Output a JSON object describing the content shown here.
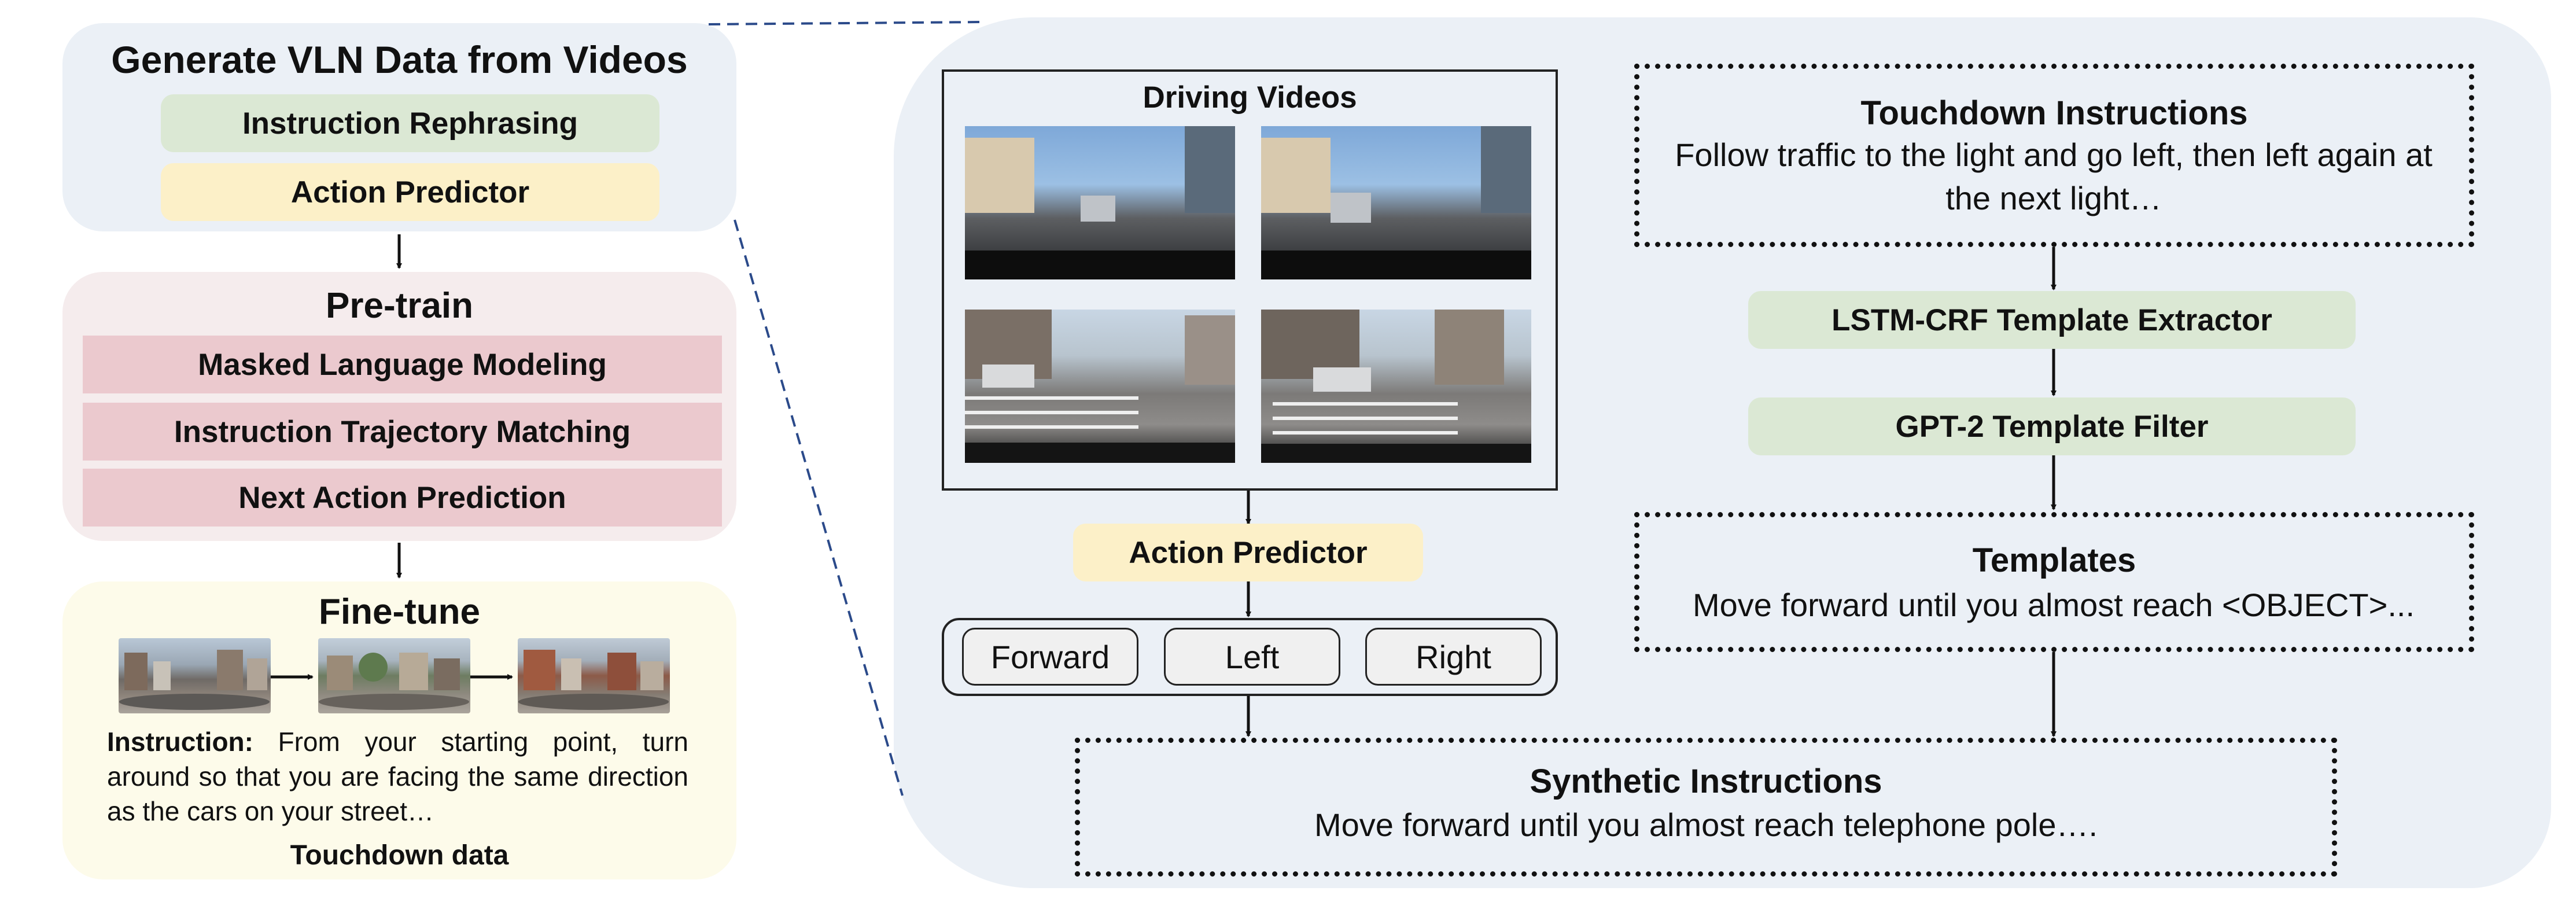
{
  "left": {
    "generate": {
      "title": "Generate VLN Data from Videos",
      "rephrasing": "Instruction Rephrasing",
      "action_predictor": "Action Predictor"
    },
    "pretrain": {
      "title": "Pre-train",
      "tasks": [
        "Masked Language Modeling",
        "Instruction Trajectory Matching",
        "Next Action Prediction"
      ]
    },
    "finetune": {
      "title": "Fine-tune",
      "instruction_label": "Instruction:",
      "instruction_text": "From your starting point, turn around so that you are facing the same direction as the cars on your street…",
      "caption": "Touchdown data"
    }
  },
  "right": {
    "videos": {
      "title": "Driving Videos"
    },
    "action_predictor": "Action Predictor",
    "actions": [
      "Forward",
      "Left",
      "Right"
    ],
    "touchdown": {
      "title": "Touchdown Instructions",
      "text": "Follow traffic to the light and go left, then left again at the next light…"
    },
    "extractor": "LSTM-CRF Template Extractor",
    "filter": "GPT-2 Template Filter",
    "templates": {
      "title": "Templates",
      "text": "Move forward until you almost reach <OBJECT>..."
    },
    "synthetic": {
      "title": "Synthetic Instructions",
      "text": "Move forward until you almost reach telephone pole…."
    }
  }
}
